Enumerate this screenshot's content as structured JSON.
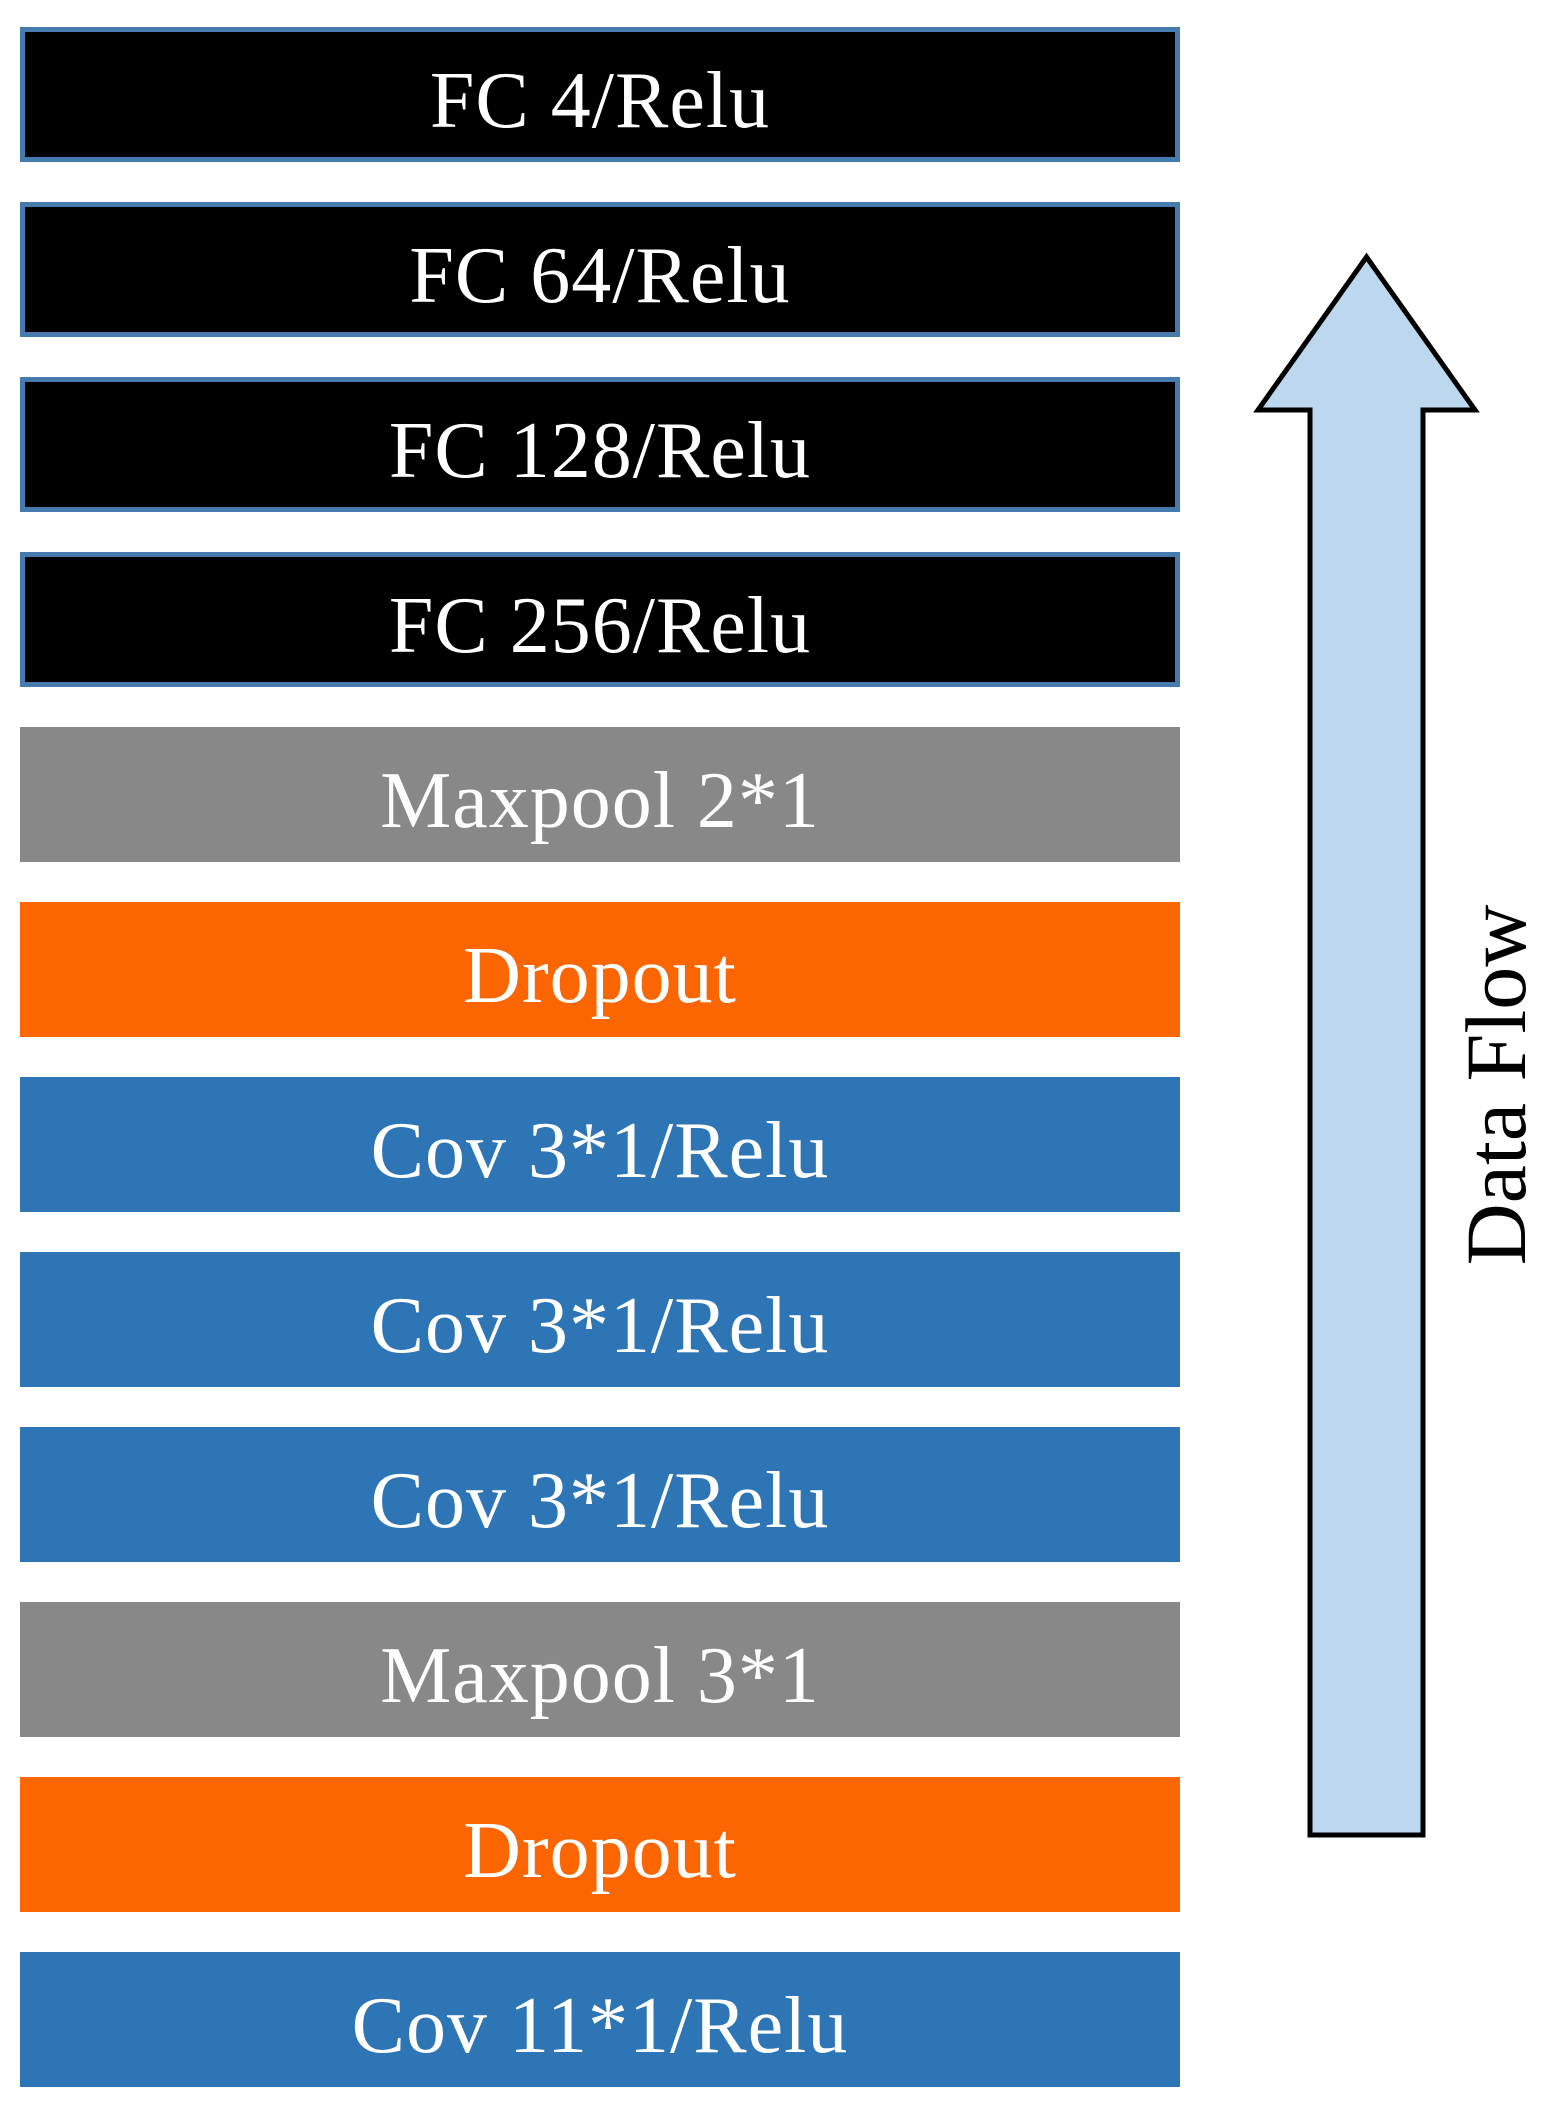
{
  "layers": [
    {
      "label": "FC 4/Relu",
      "type": "fc",
      "bg": "#000000",
      "text_color": "#FFFFFF",
      "border": "5px solid #467BB0"
    },
    {
      "label": "FC 64/Relu",
      "type": "fc",
      "bg": "#000000",
      "text_color": "#FFFFFF",
      "border": "5px solid #467BB0"
    },
    {
      "label": "FC 128/Relu",
      "type": "fc",
      "bg": "#000000",
      "text_color": "#FFFFFF",
      "border": "5px solid #467BB0"
    },
    {
      "label": "FC 256/Relu",
      "type": "fc",
      "bg": "#000000",
      "text_color": "#FFFFFF",
      "border": "5px solid #467BB0"
    },
    {
      "label": "Maxpool 2*1",
      "type": "maxpool",
      "bg": "#888888",
      "text_color": "#FDFDFD"
    },
    {
      "label": "Dropout",
      "type": "dropout",
      "bg": "#FB6602",
      "text_color": "#FFFFFF"
    },
    {
      "label": "Cov 3*1/Relu",
      "type": "conv",
      "bg": "#2E75B6",
      "text_color": "#FFFFFF"
    },
    {
      "label": "Cov 3*1/Relu",
      "type": "conv",
      "bg": "#2E75B6",
      "text_color": "#FFFFFF"
    },
    {
      "label": "Cov 3*1/Relu",
      "type": "conv",
      "bg": "#2E75B6",
      "text_color": "#FFFFFF"
    },
    {
      "label": "Maxpool 3*1",
      "type": "maxpool",
      "bg": "#888888",
      "text_color": "#FDFDFD"
    },
    {
      "label": "Dropout",
      "type": "dropout",
      "bg": "#FB6602",
      "text_color": "#FFFFFF"
    },
    {
      "label": "Cov 11*1/Relu",
      "type": "conv",
      "bg": "#2E75B6",
      "text_color": "#FFFFFF"
    }
  ],
  "arrow": {
    "label": "Data Flow",
    "fill": "#BDD7EE",
    "stroke": "#000000",
    "label_color": "#000000"
  }
}
